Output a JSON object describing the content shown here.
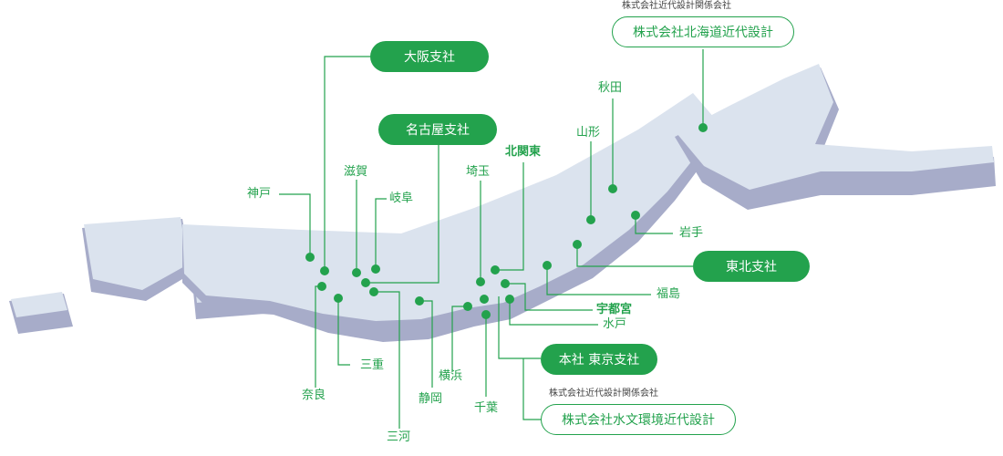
{
  "colors": {
    "accent": "#23a24d",
    "land_top": "#dbe3ee",
    "land_side": "#a7acc9",
    "pill_text": "#ffffff"
  },
  "branches": {
    "osaka": "大阪支社",
    "nagoya": "名古屋支社",
    "tohoku": "東北支社",
    "tokyo_hq": "本社 東京支社",
    "hokkaido": "株式会社北海道近代設計",
    "suimon": "株式会社水文環境近代設計"
  },
  "captions": {
    "hokkaido": "株式会社近代設計関係会社",
    "suimon": "株式会社近代設計関係会社"
  },
  "places": {
    "kobe": "神戸",
    "shiga": "滋賀",
    "gifu": "岐阜",
    "nara": "奈良",
    "mie": "三重",
    "mikawa": "三河",
    "shizuoka": "静岡",
    "yokohama": "横浜",
    "chiba": "千葉",
    "saitama": "埼玉",
    "kitakanto": "北関東",
    "yamagata": "山形",
    "akita": "秋田",
    "iwate": "岩手",
    "fukushima": "福島",
    "utsunomiya": "宇都宮",
    "mito": "水戸"
  }
}
